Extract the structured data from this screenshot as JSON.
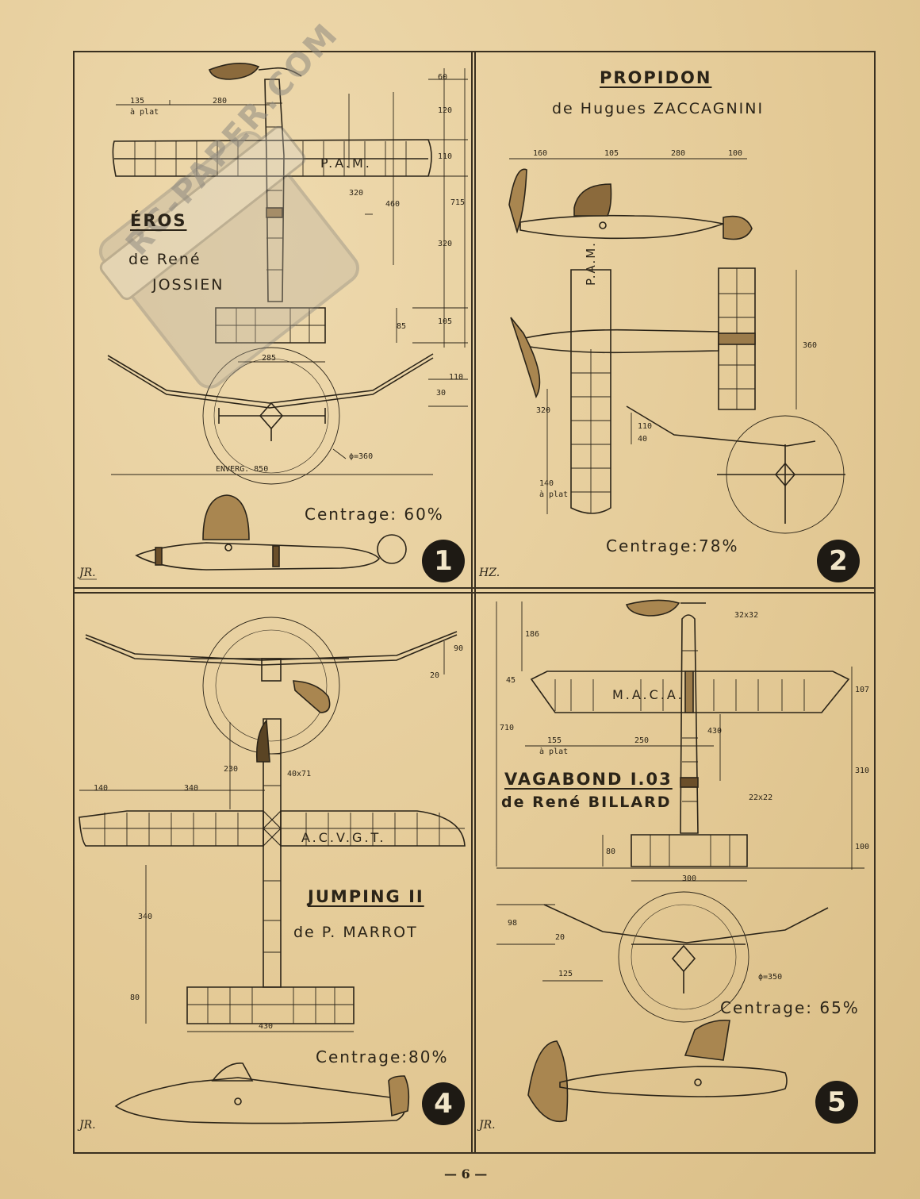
{
  "panels": [
    {
      "id": 1,
      "title": "ÉROS",
      "author_line1": "de René",
      "author_line2": "JOSSIEN",
      "centrage": "Centrage: 60%",
      "badge": "1",
      "signature": "JR.",
      "wing_label": "P.A.M.",
      "dims": [
        "60",
        "135",
        "à plat",
        "280",
        "120",
        "110",
        "320",
        "460",
        "715",
        "320",
        "85",
        "105",
        "285",
        "110",
        "30",
        "ϕ=360",
        "ENVERG. 850"
      ]
    },
    {
      "id": 2,
      "title": "PROPIDON",
      "author": "de Hugues ZACCAGNINI",
      "centrage": "Centrage:78%",
      "badge": "2",
      "signature": "HZ.",
      "wing_label": "P.A.M.",
      "dims": [
        "160",
        "105",
        "280",
        "100",
        "360",
        "320",
        "110",
        "40",
        "140",
        "à plat"
      ]
    },
    {
      "id": 4,
      "title": "JUMPING II",
      "author": "de P. MARROT",
      "centrage": "Centrage:80%",
      "badge": "4",
      "signature": "JR.",
      "wing_label": "A.C.V.G.T.",
      "dims": [
        "90",
        "20",
        "230",
        "40x71",
        "140",
        "340",
        "340",
        "80",
        "430"
      ]
    },
    {
      "id": 5,
      "title": "VAGABOND I.03",
      "author": "de René BILLARD",
      "centrage": "Centrage: 65%",
      "badge": "5",
      "signature": "JR.",
      "wing_label": "M.A.C.A.",
      "dims": [
        "186",
        "32x32",
        "45",
        "107",
        "710",
        "430",
        "155",
        "à plat",
        "250",
        "310",
        "22x22",
        "80",
        "100",
        "300",
        "98",
        "20",
        "125",
        "ϕ=350"
      ]
    }
  ],
  "page_number": "— 6 —",
  "watermark": "RC-PAPER.COM"
}
